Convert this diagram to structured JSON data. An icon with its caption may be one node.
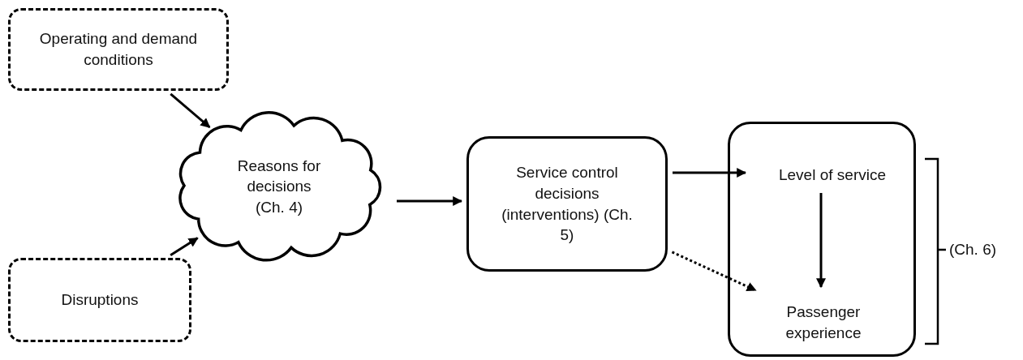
{
  "diagram": {
    "nodes": [
      {
        "text": [
          "Operating and demand conditions"
        ]
      },
      {
        "text": [
          "Disruptions"
        ]
      },
      {
        "text": [
          "Reasons for decisions (Ch. 4)"
        ]
      },
      {
        "text": [
          "Service control decisions (interventions) (Ch. 5)"
        ]
      },
      {
        "text": [],
        "shape": "box"
      },
      {
        "text": [
          "Level of service"
        ],
        "in": 4
      },
      {
        "text": [
          "Passenger experience"
        ],
        "in": 4
      }
    ],
    "edges": [
      {
        "from": 0,
        "to": 2,
        "arrow": "to"
      },
      {
        "from": 1,
        "to": 2,
        "arrow": "to"
      },
      {
        "from": 2,
        "to": 3,
        "arrow": "to"
      },
      {
        "from": 3,
        "to": 5,
        "arrow": "to"
      },
      {
        "from": 5,
        "to": 6,
        "arrow": "to"
      },
      {
        "from": 3,
        "to": 6,
        "arrow": "to",
        "style": "dashed"
      }
    ],
    "labels": [
      "(Ch. 6)"
    ]
  }
}
